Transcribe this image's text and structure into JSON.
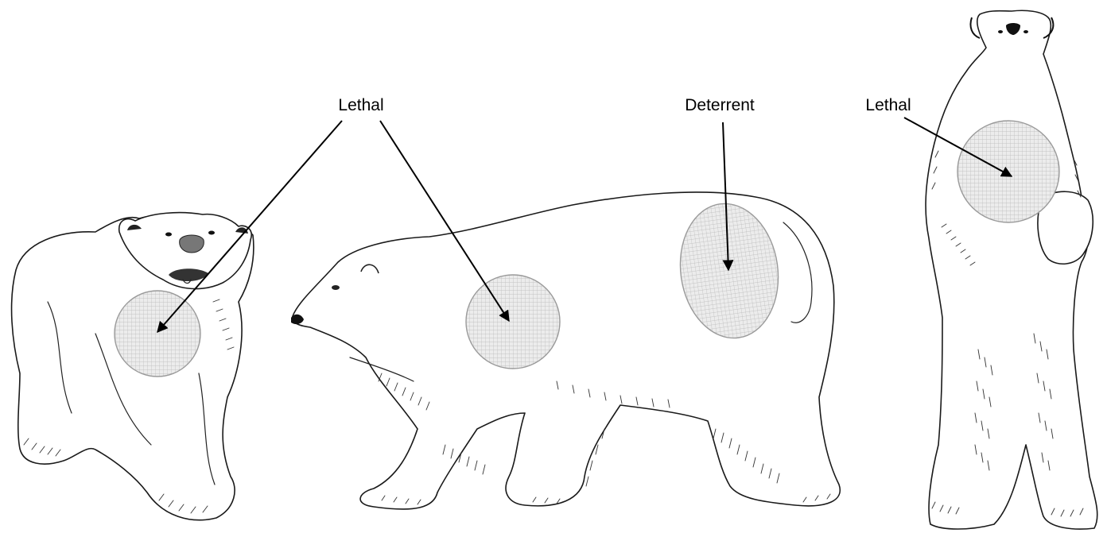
{
  "labels": {
    "left_lethal": "Lethal",
    "side_deterrent": "Deterrent",
    "standing_lethal": "Lethal"
  },
  "colors": {
    "zone_fill": "#dcdcdc",
    "zone_stroke": "#9a9a9a",
    "line": "#000000",
    "background": "#ffffff"
  },
  "figures": [
    {
      "name": "bear-front-quarter",
      "zones": [
        "Lethal"
      ]
    },
    {
      "name": "bear-side-walking",
      "zones": [
        "Lethal",
        "Deterrent"
      ]
    },
    {
      "name": "bear-standing",
      "zones": [
        "Lethal"
      ]
    }
  ]
}
